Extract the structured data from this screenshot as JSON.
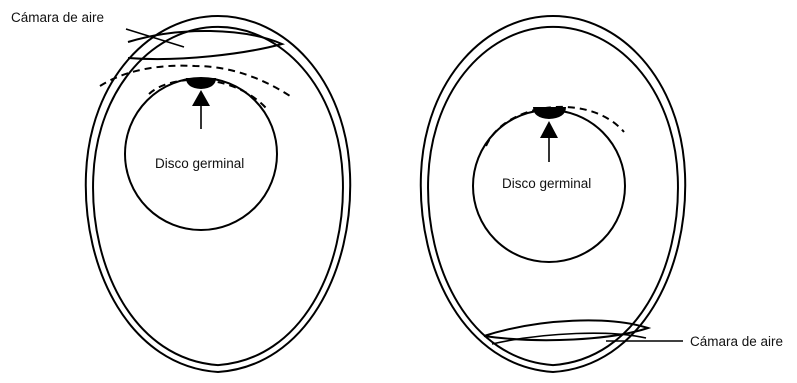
{
  "left_egg": {
    "air_cell_label": "Cámara de aire",
    "germinal_disc_label": "Disco germinal"
  },
  "right_egg": {
    "air_cell_label": "Cámara de aire",
    "germinal_disc_label": "Disco germinal"
  }
}
